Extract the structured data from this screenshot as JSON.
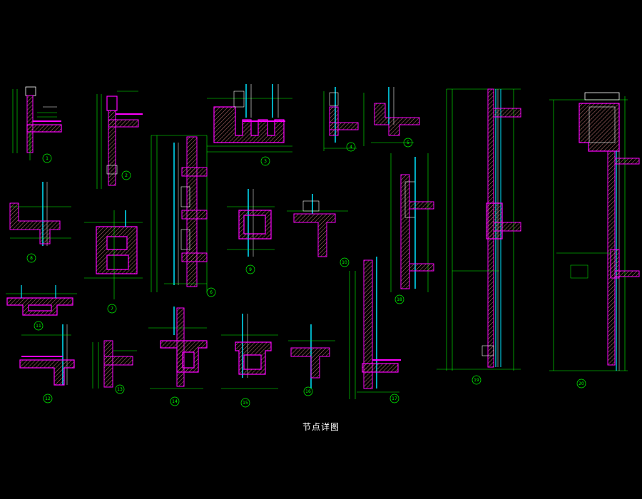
{
  "drawing": {
    "title": "节点详图",
    "background_color": "#000000",
    "colors": {
      "line": "#00ff00",
      "wall": "#ff00ff",
      "glass": "#00e5ff",
      "red": "#ff2020",
      "white": "#ffffff",
      "yellow": "#ffff00",
      "hatch": "#c77777"
    },
    "detail_numbers": [
      "1",
      "2",
      "3",
      "4",
      "5",
      "6",
      "7",
      "8",
      "9",
      "10",
      "11",
      "12",
      "13",
      "14",
      "15",
      "16",
      "17",
      "18",
      "19",
      "20"
    ]
  }
}
